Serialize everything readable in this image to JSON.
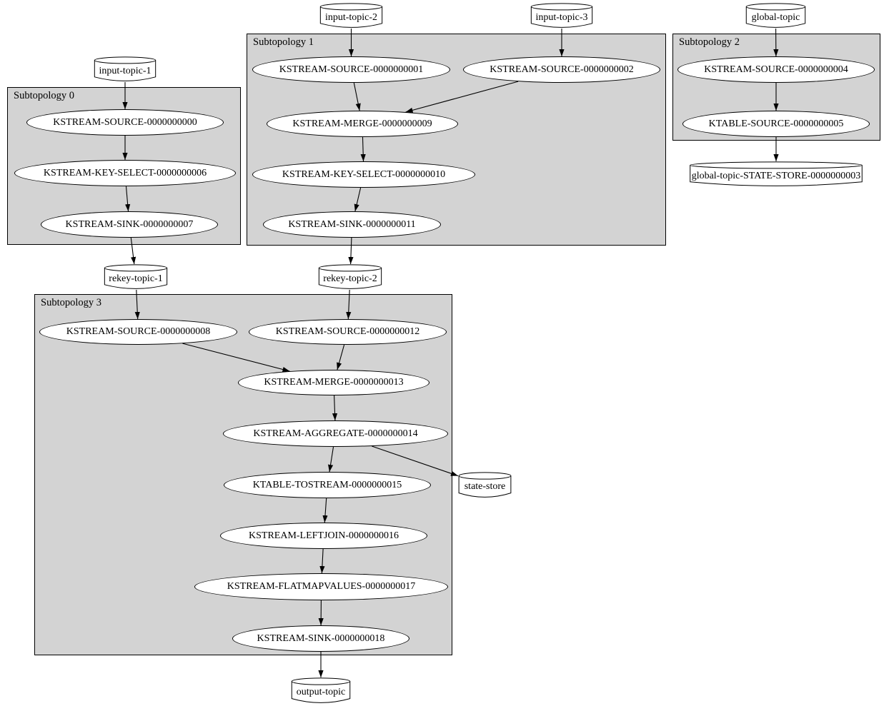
{
  "diagram_type": "kafka-streams-topology-graph",
  "colors": {
    "cluster_fill": "#d3d3d3",
    "node_fill": "#ffffff",
    "stroke": "#000000",
    "background": "#ffffff"
  },
  "clusters": [
    {
      "label": "Subtopology 0"
    },
    {
      "label": "Subtopology 1"
    },
    {
      "label": "Subtopology 2"
    },
    {
      "label": "Subtopology 3"
    }
  ],
  "nodes": {
    "input_topic_1": {
      "label": "input-topic-1",
      "shape": "cylinder"
    },
    "input_topic_2": {
      "label": "input-topic-2",
      "shape": "cylinder"
    },
    "input_topic_3": {
      "label": "input-topic-3",
      "shape": "cylinder"
    },
    "global_topic": {
      "label": "global-topic",
      "shape": "cylinder"
    },
    "rekey_topic_1": {
      "label": "rekey-topic-1",
      "shape": "cylinder"
    },
    "rekey_topic_2": {
      "label": "rekey-topic-2",
      "shape": "cylinder"
    },
    "state_store": {
      "label": "state-store",
      "shape": "cylinder"
    },
    "output_topic": {
      "label": "output-topic",
      "shape": "cylinder"
    },
    "global_topic_state_store_0000000003": {
      "label": "global-topic-STATE-STORE-0000000003",
      "shape": "cylinder"
    },
    "kstream_source_0000000000": {
      "label": "KSTREAM-SOURCE-0000000000",
      "shape": "ellipse"
    },
    "kstream_key_select_0000000006": {
      "label": "KSTREAM-KEY-SELECT-0000000006",
      "shape": "ellipse"
    },
    "kstream_sink_0000000007": {
      "label": "KSTREAM-SINK-0000000007",
      "shape": "ellipse"
    },
    "kstream_source_0000000001": {
      "label": "KSTREAM-SOURCE-0000000001",
      "shape": "ellipse"
    },
    "kstream_source_0000000002": {
      "label": "KSTREAM-SOURCE-0000000002",
      "shape": "ellipse"
    },
    "kstream_merge_0000000009": {
      "label": "KSTREAM-MERGE-0000000009",
      "shape": "ellipse"
    },
    "kstream_key_select_0000000010": {
      "label": "KSTREAM-KEY-SELECT-0000000010",
      "shape": "ellipse"
    },
    "kstream_sink_0000000011": {
      "label": "KSTREAM-SINK-0000000011",
      "shape": "ellipse"
    },
    "kstream_source_0000000004": {
      "label": "KSTREAM-SOURCE-0000000004",
      "shape": "ellipse"
    },
    "ktable_source_0000000005": {
      "label": "KTABLE-SOURCE-0000000005",
      "shape": "ellipse"
    },
    "kstream_source_0000000008": {
      "label": "KSTREAM-SOURCE-0000000008",
      "shape": "ellipse"
    },
    "kstream_source_0000000012": {
      "label": "KSTREAM-SOURCE-0000000012",
      "shape": "ellipse"
    },
    "kstream_merge_0000000013": {
      "label": "KSTREAM-MERGE-0000000013",
      "shape": "ellipse"
    },
    "kstream_aggregate_0000000014": {
      "label": "KSTREAM-AGGREGATE-0000000014",
      "shape": "ellipse"
    },
    "ktable_tostream_0000000015": {
      "label": "KTABLE-TOSTREAM-0000000015",
      "shape": "ellipse"
    },
    "kstream_leftjoin_0000000016": {
      "label": "KSTREAM-LEFTJOIN-0000000016",
      "shape": "ellipse"
    },
    "kstream_flatmapvalues_0000000017": {
      "label": "KSTREAM-FLATMAPVALUES-0000000017",
      "shape": "ellipse"
    },
    "kstream_sink_0000000018": {
      "label": "KSTREAM-SINK-0000000018",
      "shape": "ellipse"
    }
  },
  "edges": [
    {
      "from": "input-topic-1",
      "to": "kstream-source-0000000000"
    },
    {
      "from": "kstream-source-0000000000",
      "to": "kstream-key-select-0000000006"
    },
    {
      "from": "kstream-key-select-0000000006",
      "to": "kstream-sink-0000000007"
    },
    {
      "from": "kstream-sink-0000000007",
      "to": "rekey-topic-1"
    },
    {
      "from": "rekey-topic-1",
      "to": "kstream-source-0000000008"
    },
    {
      "from": "input-topic-2",
      "to": "kstream-source-0000000001"
    },
    {
      "from": "kstream-source-0000000001",
      "to": "kstream-merge-0000000009"
    },
    {
      "from": "input-topic-3",
      "to": "kstream-source-0000000002"
    },
    {
      "from": "kstream-source-0000000002",
      "to": "kstream-merge-0000000009"
    },
    {
      "from": "kstream-merge-0000000009",
      "to": "kstream-key-select-0000000010"
    },
    {
      "from": "kstream-key-select-0000000010",
      "to": "kstream-sink-0000000011"
    },
    {
      "from": "kstream-sink-0000000011",
      "to": "rekey-topic-2"
    },
    {
      "from": "rekey-topic-2",
      "to": "kstream-source-0000000012"
    },
    {
      "from": "global-topic",
      "to": "kstream-source-0000000004"
    },
    {
      "from": "kstream-source-0000000004",
      "to": "ktable-source-0000000005"
    },
    {
      "from": "ktable-source-0000000005",
      "to": "global-topic-state-store-0000000003"
    },
    {
      "from": "kstream-source-0000000008",
      "to": "kstream-merge-0000000013"
    },
    {
      "from": "kstream-source-0000000012",
      "to": "kstream-merge-0000000013"
    },
    {
      "from": "kstream-merge-0000000013",
      "to": "kstream-aggregate-0000000014"
    },
    {
      "from": "kstream-aggregate-0000000014",
      "to": "ktable-tostream-0000000015"
    },
    {
      "from": "kstream-aggregate-0000000014",
      "to": "state-store"
    },
    {
      "from": "ktable-tostream-0000000015",
      "to": "kstream-leftjoin-0000000016"
    },
    {
      "from": "kstream-leftjoin-0000000016",
      "to": "kstream-flatmapvalues-0000000017"
    },
    {
      "from": "kstream-flatmapvalues-0000000017",
      "to": "kstream-sink-0000000018"
    },
    {
      "from": "kstream-sink-0000000018",
      "to": "output-topic"
    }
  ]
}
